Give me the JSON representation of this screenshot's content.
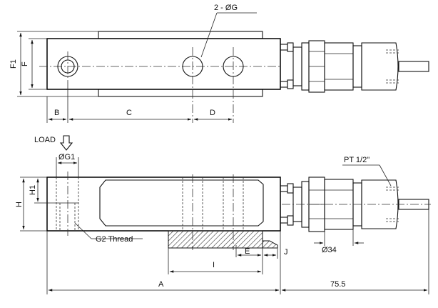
{
  "labels": {
    "holes": "2 - ØG",
    "F1": "F1",
    "F": "F",
    "B": "B",
    "C": "C",
    "D": "D",
    "load": "LOAD",
    "G1": "ØG1",
    "H": "H",
    "H1": "H1",
    "thread": "G2 Thread",
    "pt": "PT  1/2\"",
    "dia34": "Ø34",
    "E": "E",
    "J": "J",
    "I": "I",
    "A": "A",
    "dim75": "75.5"
  }
}
